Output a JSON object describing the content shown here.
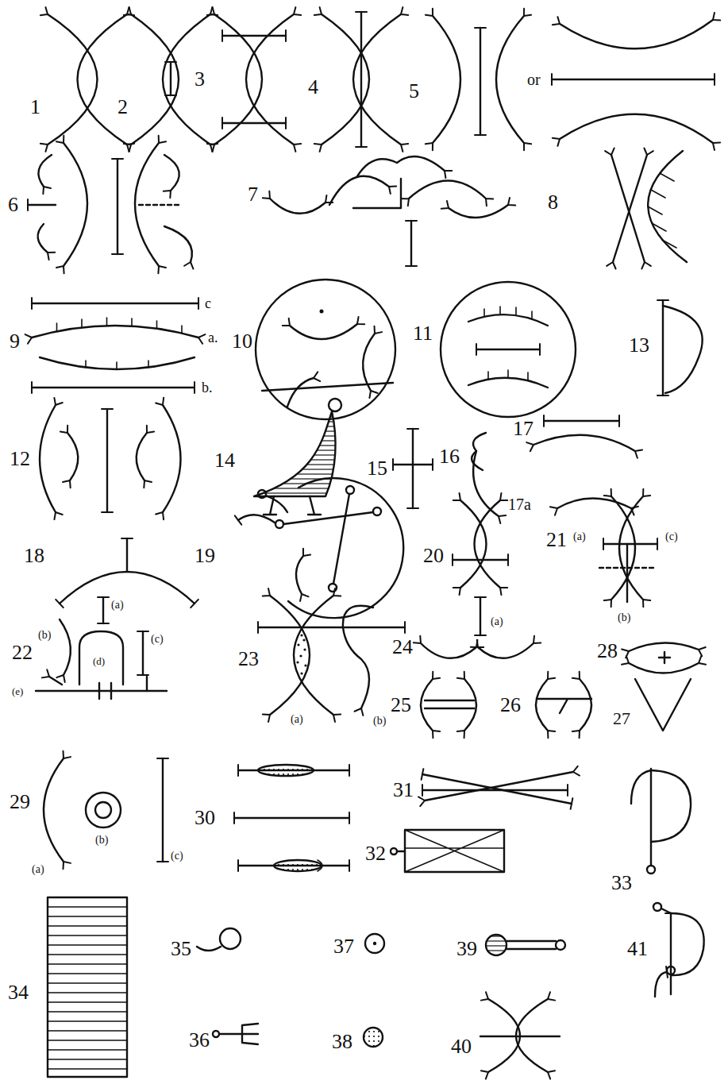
{
  "diagram": {
    "labels": [
      "1",
      "2",
      "3",
      "4",
      "5",
      "or",
      "6",
      "7",
      "8",
      "9",
      "c",
      "a.",
      "b.",
      "10",
      "11",
      "13",
      "12",
      "14",
      "15",
      "16",
      "17",
      "17a",
      "18",
      "19",
      "20",
      "(a)",
      "21",
      "(a)",
      "(c)",
      "(b)",
      "22",
      "(b)",
      "(a)",
      "(d)",
      "(c)",
      "(e)",
      "23",
      "(a)",
      "(b)",
      "24",
      "28",
      "25",
      "26",
      "27",
      "29",
      "(a)",
      "(b)",
      "(c)",
      "30",
      "31",
      "32",
      "33",
      "34",
      "35",
      "37",
      "39",
      "36",
      "38",
      "40",
      "41"
    ]
  }
}
